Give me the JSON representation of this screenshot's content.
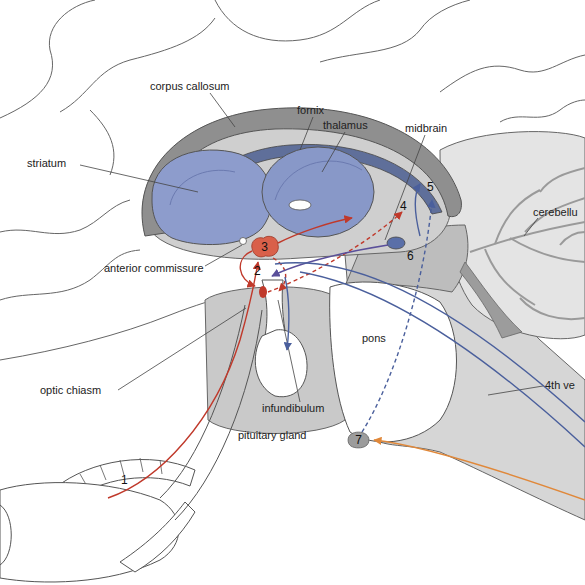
{
  "diagram": {
    "nodes": [
      {
        "text": [
          "3"
        ]
      },
      {
        "text": [
          "7"
        ]
      }
    ],
    "labels": [
      "corpus callosum",
      "fornix",
      "thalamus",
      "midbrain",
      "cerebellu",
      "striatum",
      "anterior commissure",
      "optic chiasm",
      "infundibulum",
      "pituitary gland",
      "pons",
      "4th ve",
      "1",
      "2",
      "4",
      "5",
      "6"
    ]
  }
}
